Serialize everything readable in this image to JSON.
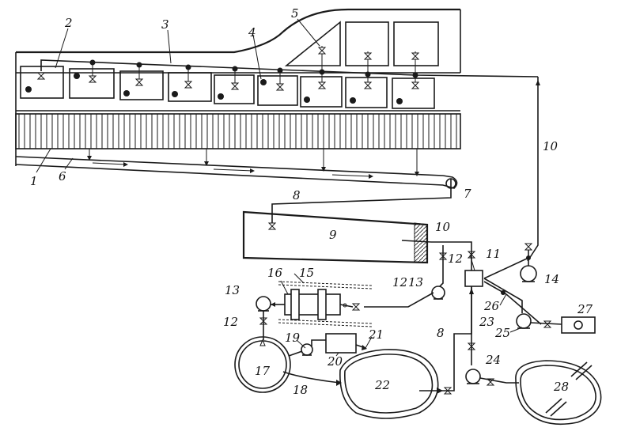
{
  "labels": {
    "n1": "1",
    "n2": "2",
    "n3": "3",
    "n4": "4",
    "n5": "5",
    "n6": "6",
    "n7": "7",
    "n8a": "8",
    "n8b": "8",
    "n9": "9",
    "n10a": "10",
    "n10b": "10",
    "n11": "11",
    "n12a": "12",
    "n12b": "12",
    "n12c": "12",
    "n13a": "13",
    "n13b": "13",
    "n14": "14",
    "n15": "15",
    "n16": "16",
    "n17": "17",
    "n18": "18",
    "n19": "19",
    "n20": "20",
    "n21": "21",
    "n22": "22",
    "n23": "23",
    "n24": "24",
    "n25": "25",
    "n26": "26",
    "n27": "27",
    "n28": "28"
  }
}
